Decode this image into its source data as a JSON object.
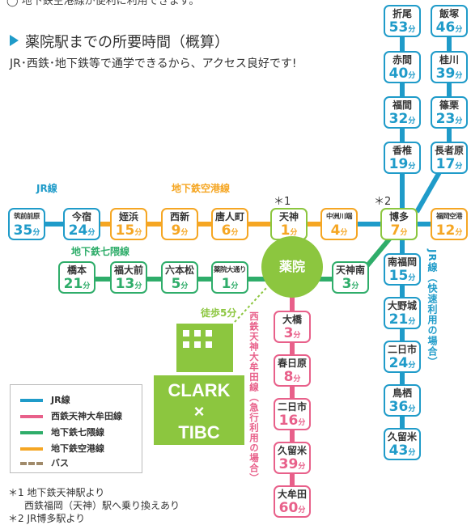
{
  "top_partial_text": "◯ 地下鉄空港線が便利に利用できます。",
  "heading": "薬院駅までの所要時間（概算）",
  "subtitle": "JR･西鉄･地下鉄等で通学できるから、アクセス良好です!",
  "unit": "分",
  "line_labels": {
    "jr": "JR線",
    "kuko": "地下鉄空港線",
    "nanakuma": "地下鉄七隈線",
    "nishitetsu": "西鉄天神大牟田線（急行利用の場合）",
    "jr_kaisoku": "JR線（快速利用の場合）"
  },
  "marks": {
    "m1": "＊1",
    "m2": "＊2"
  },
  "center_station": "薬院",
  "walk_label": "徒歩5分",
  "school": {
    "line1": "CLARK",
    "line2": "×",
    "line3": "TIBC"
  },
  "stations": {
    "chikuzen": {
      "name": "筑前前原",
      "min": "35"
    },
    "imajuku": {
      "name": "今宿",
      "min": "24"
    },
    "meinohama": {
      "name": "姪浜",
      "min": "15"
    },
    "nishijin": {
      "name": "西新",
      "min": "9"
    },
    "tojinmachi": {
      "name": "唐人町",
      "min": "6"
    },
    "tenjin": {
      "name": "天神",
      "min": "1"
    },
    "nakasu": {
      "name": "中洲川端",
      "min": "4"
    },
    "hakata": {
      "name": "博多",
      "min": "7"
    },
    "airport": {
      "name": "福岡空港",
      "min": "12"
    },
    "hashimoto": {
      "name": "橋本",
      "min": "21"
    },
    "fukudai": {
      "name": "福大前",
      "min": "13"
    },
    "ropponmatsu": {
      "name": "六本松",
      "min": "5"
    },
    "yakuinodori": {
      "name": "薬院大通り",
      "min": "1"
    },
    "tenjinminami": {
      "name": "天神南",
      "min": "3"
    },
    "ohashi": {
      "name": "大橋",
      "min": "3"
    },
    "kasugabaru": {
      "name": "春日原",
      "min": "8"
    },
    "futsukaichi_n": {
      "name": "二日市",
      "min": "16"
    },
    "kurume_n": {
      "name": "久留米",
      "min": "39"
    },
    "omuta": {
      "name": "大牟田",
      "min": "60"
    },
    "orio": {
      "name": "折尾",
      "min": "53"
    },
    "akama": {
      "name": "赤間",
      "min": "40"
    },
    "fukuma": {
      "name": "福間",
      "min": "32"
    },
    "kashii": {
      "name": "香椎",
      "min": "19"
    },
    "iizuka": {
      "name": "飯塚",
      "min": "46"
    },
    "keisen": {
      "name": "桂川",
      "min": "39"
    },
    "sasaguri": {
      "name": "篠栗",
      "min": "23"
    },
    "chojabaru": {
      "name": "長者原",
      "min": "17"
    },
    "minamifukuoka": {
      "name": "南福岡",
      "min": "15"
    },
    "onojo": {
      "name": "大野城",
      "min": "21"
    },
    "futsukaichi_j": {
      "name": "二日市",
      "min": "24"
    },
    "tosu": {
      "name": "鳥栖",
      "min": "36"
    },
    "kurume_j": {
      "name": "久留米",
      "min": "43"
    }
  },
  "legend": [
    {
      "label": "JR線",
      "color": "#1f9bc9"
    },
    {
      "label": "西鉄天神大牟田線",
      "color": "#e8608a"
    },
    {
      "label": "地下鉄七隈線",
      "color": "#2fad6a"
    },
    {
      "label": "地下鉄空港線",
      "color": "#f5a623"
    },
    {
      "label": "バス",
      "color": "#a08a6a"
    }
  ],
  "notes": {
    "n1a": "＊1 地下鉄天神駅より",
    "n1b": "西鉄福岡（天神）駅へ乗り換えあり",
    "n2": "＊2 JR博多駅より"
  },
  "colors": {
    "jr": "#1f9bc9",
    "nishitetsu": "#e8608a",
    "nanakuma": "#2fad6a",
    "kuko": "#f5a623",
    "yakuin": "#8cc63f"
  }
}
